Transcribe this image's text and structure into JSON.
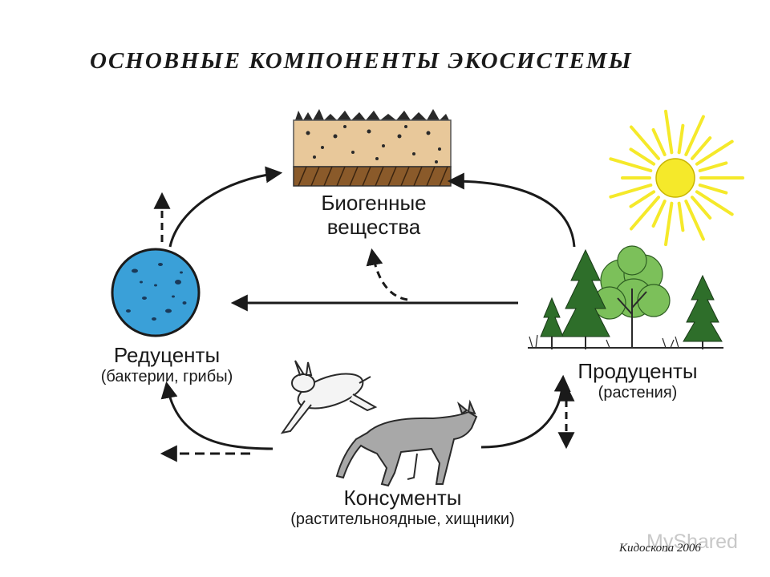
{
  "title": "ОСНОВНЫЕ КОМПОНЕНТЫ ЭКОСИСТЕМЫ",
  "nutrients": {
    "line1": "Биогенные",
    "line2": "вещества"
  },
  "decomposers": {
    "name": "Редуценты",
    "note": "(бактерии, грибы)"
  },
  "producers": {
    "name": "Продуценты",
    "note": "(растения)"
  },
  "consumers": {
    "name": "Консументы",
    "note": "(растительноядные, хищники)"
  },
  "watermark": {
    "brand": "MyShared",
    "credit": "Кидоскопа 2006"
  },
  "colors": {
    "sun": "#f5e92a",
    "decomposer_ball": "#3aa0d8",
    "soil": "#e8c89a",
    "soil_dark": "#8a5a2a",
    "conifer": "#2e6e2a",
    "deciduous": "#7cc05a",
    "arrow": "#1a1a1a"
  },
  "icons": [
    "soil-layer-illustration",
    "sun-icon",
    "bacteria-ball-illustration",
    "trees-illustration",
    "hare-illustration",
    "wolf-illustration"
  ]
}
